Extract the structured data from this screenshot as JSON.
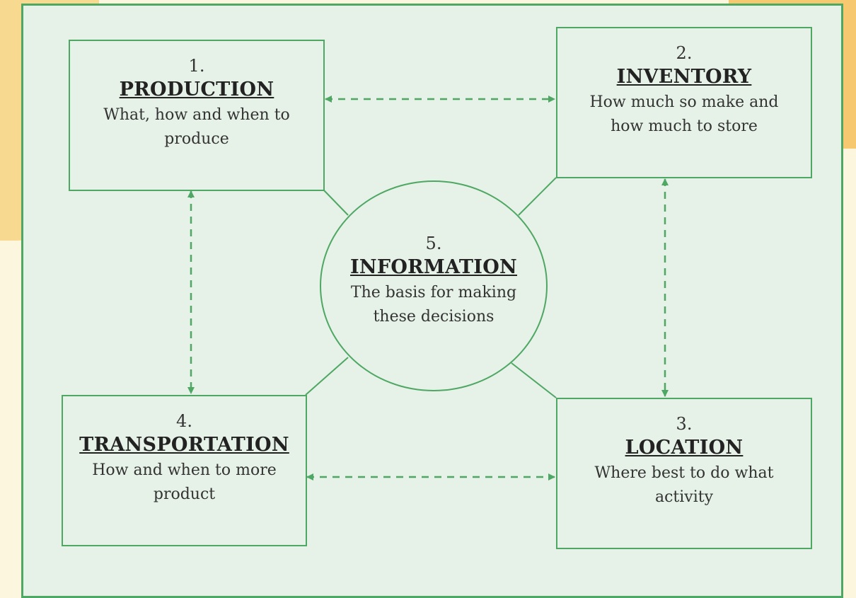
{
  "colors": {
    "accent": "#4ea763",
    "panel": "#e6f1e7",
    "background": "#fdf6df"
  },
  "nodes": {
    "production": {
      "number": "1.",
      "title": "PRODUCTION",
      "description": "What, how and when to produce"
    },
    "inventory": {
      "number": "2.",
      "title": "INVENTORY",
      "description": "How much so make and how much to store"
    },
    "location": {
      "number": "3.",
      "title": "LOCATION",
      "description": "Where best to do what activity"
    },
    "transportation": {
      "number": "4.",
      "title": "TRANSPORTATION",
      "description": "How and when to more product"
    },
    "information": {
      "number": "5.",
      "title": "INFORMATION",
      "description": "The basis for making these decisions"
    }
  },
  "edges": [
    {
      "from": "production",
      "to": "inventory",
      "style": "dashed",
      "arrows": "both"
    },
    {
      "from": "inventory",
      "to": "location",
      "style": "dashed",
      "arrows": "both"
    },
    {
      "from": "transportation",
      "to": "location",
      "style": "dashed",
      "arrows": "both"
    },
    {
      "from": "production",
      "to": "transportation",
      "style": "dashed",
      "arrows": "both"
    },
    {
      "from": "information",
      "to": "production",
      "style": "solid",
      "arrows": "none"
    },
    {
      "from": "information",
      "to": "inventory",
      "style": "solid",
      "arrows": "none"
    },
    {
      "from": "information",
      "to": "location",
      "style": "solid",
      "arrows": "none"
    },
    {
      "from": "information",
      "to": "transportation",
      "style": "solid",
      "arrows": "none"
    }
  ]
}
